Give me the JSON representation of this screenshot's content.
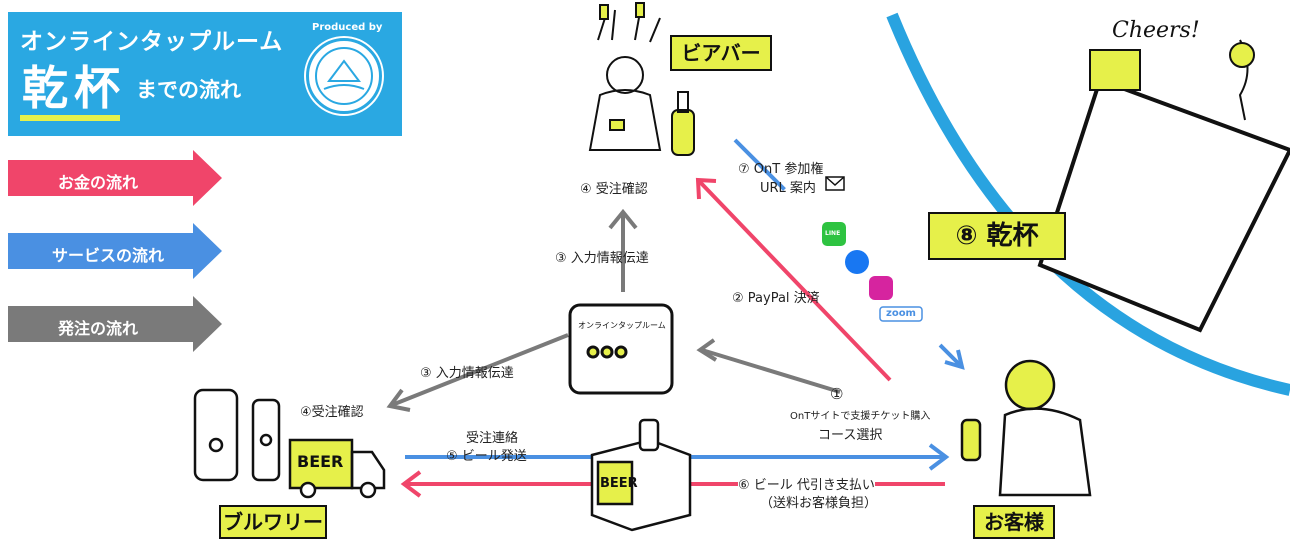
{
  "title": {
    "line1": "オンラインタップルーム",
    "line2": "乾杯",
    "line3": "までの流れ",
    "produced_by": "Produced by"
  },
  "legend": [
    {
      "label": "お金の流れ",
      "color": "#f0456a"
    },
    {
      "label": "サービスの流れ",
      "color": "#4a90e2"
    },
    {
      "label": "発注の流れ",
      "color": "#7a7a7a"
    }
  ],
  "nodes": {
    "beer_bar": "ビアバー",
    "brewery": "ブルワリー",
    "customer": "お客様",
    "kanpai": "⑧ 乾杯"
  },
  "steps": {
    "step1_num": "①",
    "step1_line1": "OnTサイトで支援チケット購入",
    "step1_line2": "コース選択",
    "step2": "② PayPal 決済",
    "step3_bar": "③ 入力情報伝達",
    "step3_brewery": "③ 入力情報伝達",
    "step4_bar": "④ 受注確認",
    "step4_brewery": "④受注確認",
    "step5_line1": "受注連絡",
    "step5_line2": "⑤ ビール発送",
    "step6_line1": "⑥ ビール 代引き支払い",
    "step6_line2": "（送料お客様負担）",
    "step7_line1": "⑦ OnT 参加権",
    "step7_line2": "URL 案内",
    "zoom": "zoom",
    "line": "LINE"
  },
  "illustration_text": {
    "cheers": "Cheers!",
    "beer_truck": "BEER",
    "beer_box": "BEER",
    "phone_title": "オンラインタップルーム"
  }
}
